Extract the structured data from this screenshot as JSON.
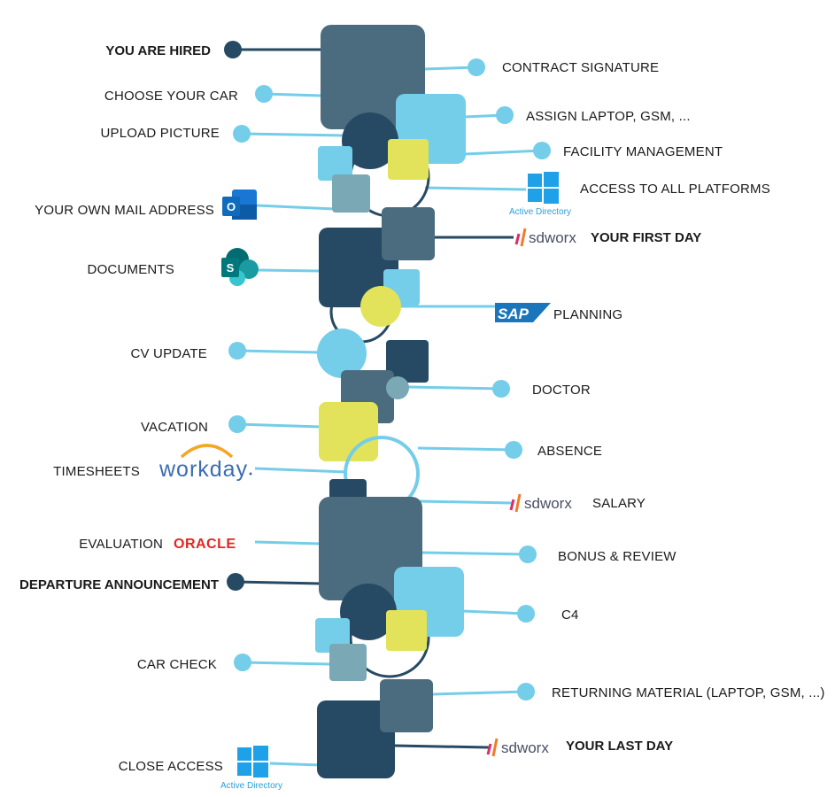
{
  "colors": {
    "dark": "#264a63",
    "slate": "#4b6b7e",
    "sky": "#74cde9",
    "lime": "#e3e35b",
    "grey": "#7aa8b5"
  },
  "left_items": [
    {
      "label": "YOU ARE HIRED",
      "bold": true,
      "dot": "dark"
    },
    {
      "label": "CHOOSE YOUR CAR",
      "bold": false,
      "dot": "sky"
    },
    {
      "label": "UPLOAD PICTURE",
      "bold": false,
      "dot": "sky"
    },
    {
      "label": "YOUR OWN MAIL ADDRESS",
      "bold": false,
      "icon": "outlook-icon"
    },
    {
      "label": "DOCUMENTS",
      "bold": false,
      "icon": "sharepoint-icon"
    },
    {
      "label": "CV UPDATE",
      "bold": false,
      "dot": "sky"
    },
    {
      "label": "VACATION",
      "bold": false,
      "dot": "sky"
    },
    {
      "label": "TIMESHEETS",
      "bold": false,
      "icon": "workday-logo"
    },
    {
      "label": "EVALUATION",
      "bold": false,
      "icon": "oracle-logo"
    },
    {
      "label": "DEPARTURE ANNOUNCEMENT",
      "bold": true,
      "dot": "dark"
    },
    {
      "label": "CAR CHECK",
      "bold": false,
      "dot": "sky"
    },
    {
      "label": "CLOSE ACCESS",
      "bold": false,
      "icon": "windows-icon"
    }
  ],
  "right_items": [
    {
      "label": "CONTRACT SIGNATURE",
      "bold": false,
      "dot": "sky"
    },
    {
      "label": "ASSIGN LAPTOP, GSM, ...",
      "bold": false,
      "dot": "sky"
    },
    {
      "label": "FACILITY MANAGEMENT",
      "bold": false,
      "dot": "sky"
    },
    {
      "label": "ACCESS TO ALL PLATFORMS",
      "bold": false,
      "icon": "windows-icon"
    },
    {
      "label": "YOUR FIRST DAY",
      "bold": true,
      "icon": "sdworx-logo"
    },
    {
      "label": "PLANNING",
      "bold": false,
      "icon": "sap-logo"
    },
    {
      "label": "DOCTOR",
      "bold": false,
      "dot": "sky"
    },
    {
      "label": "ABSENCE",
      "bold": false,
      "dot": "sky"
    },
    {
      "label": "SALARY",
      "bold": false,
      "icon": "sdworx-logo"
    },
    {
      "label": "BONUS & REVIEW",
      "bold": false,
      "dot": "sky"
    },
    {
      "label": "C4",
      "bold": false,
      "dot": "sky"
    },
    {
      "label": "RETURNING MATERIAL (LAPTOP, GSM, ...)",
      "bold": false,
      "dot": "sky"
    },
    {
      "label": "YOUR LAST DAY",
      "bold": true,
      "icon": "sdworx-logo"
    }
  ],
  "logos": {
    "active_directory": "Active Directory",
    "sdworx": "sdworx",
    "sap": "SAP",
    "workday": "workday",
    "oracle": "ORACLE",
    "outlook_letter": "O",
    "sharepoint_letter": "S"
  }
}
